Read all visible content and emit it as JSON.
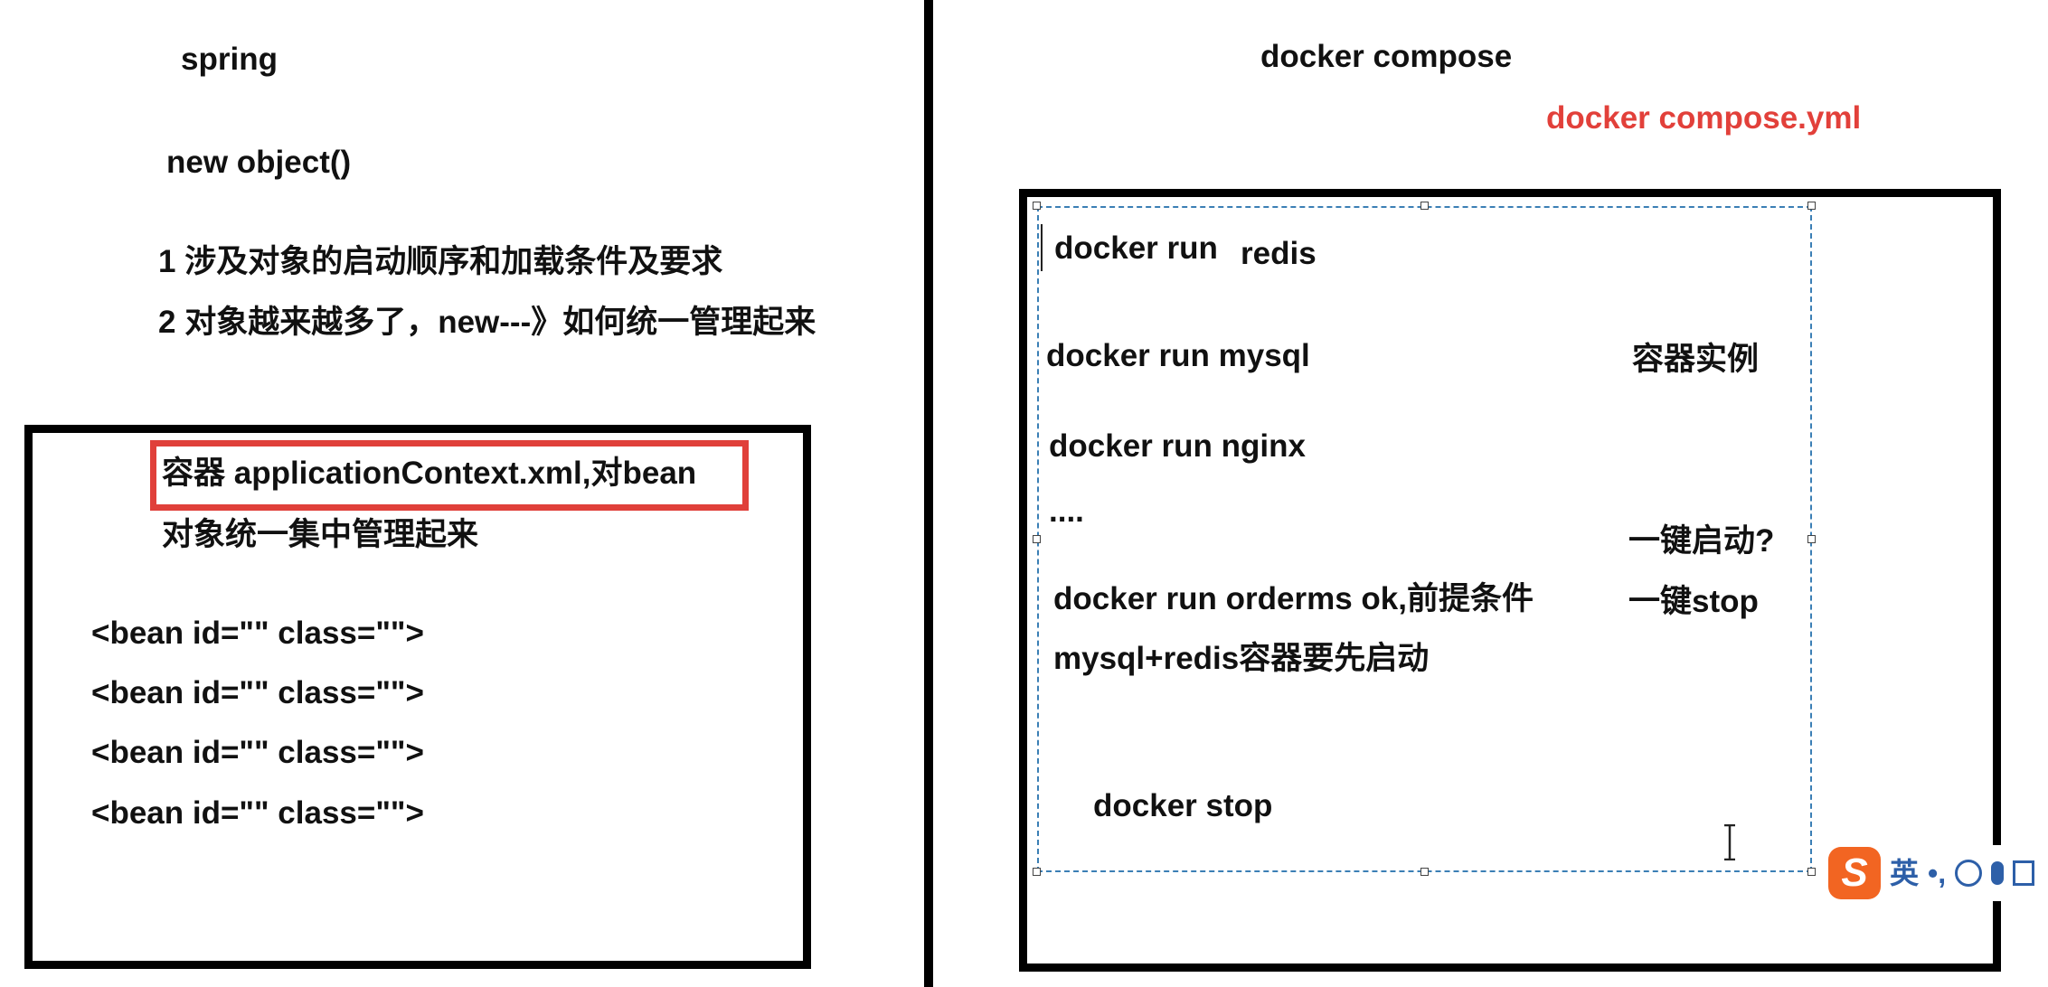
{
  "left": {
    "title": "spring",
    "new_object": "new object()",
    "point1": "1 涉及对象的启动顺序和加载条件及要求",
    "point2": "2 对象越来越多了，new---》如何统一管理起来",
    "container_highlight": "容器 applicationContext.xml,对bean",
    "container_desc": "对象统一集中管理起来",
    "bean_lines": [
      "<bean id=\"\" class=\"\">",
      "<bean id=\"\" class=\"\">",
      "<bean id=\"\" class=\"\">",
      "<bean id=\"\" class=\"\">"
    ]
  },
  "right": {
    "title": "docker compose",
    "yml_label": "docker compose.yml",
    "docker_run": "docker run",
    "redis": "redis",
    "run_mysql": "docker run mysql",
    "run_nginx": "docker run nginx",
    "ellipsis": "....",
    "run_orderms": "docker run orderms ok,前提条件",
    "prereq": "mysql+redis容器要先启动",
    "stop": "docker stop",
    "container_instance": "容器实例",
    "one_click_start": "一键启动?",
    "one_click_stop": "一键stop"
  },
  "ime_toolbar": {
    "logo": "S",
    "lang": "英",
    "punct": "•,",
    "icons": [
      "smile-icon",
      "mic-icon",
      "keyboard-icon"
    ]
  },
  "colors": {
    "highlight_border": "#e0403a",
    "red_text": "#e2403a",
    "selection_dash": "#3b7fb5",
    "ime_orange": "#f26522",
    "ime_blue": "#2d5fa8"
  }
}
